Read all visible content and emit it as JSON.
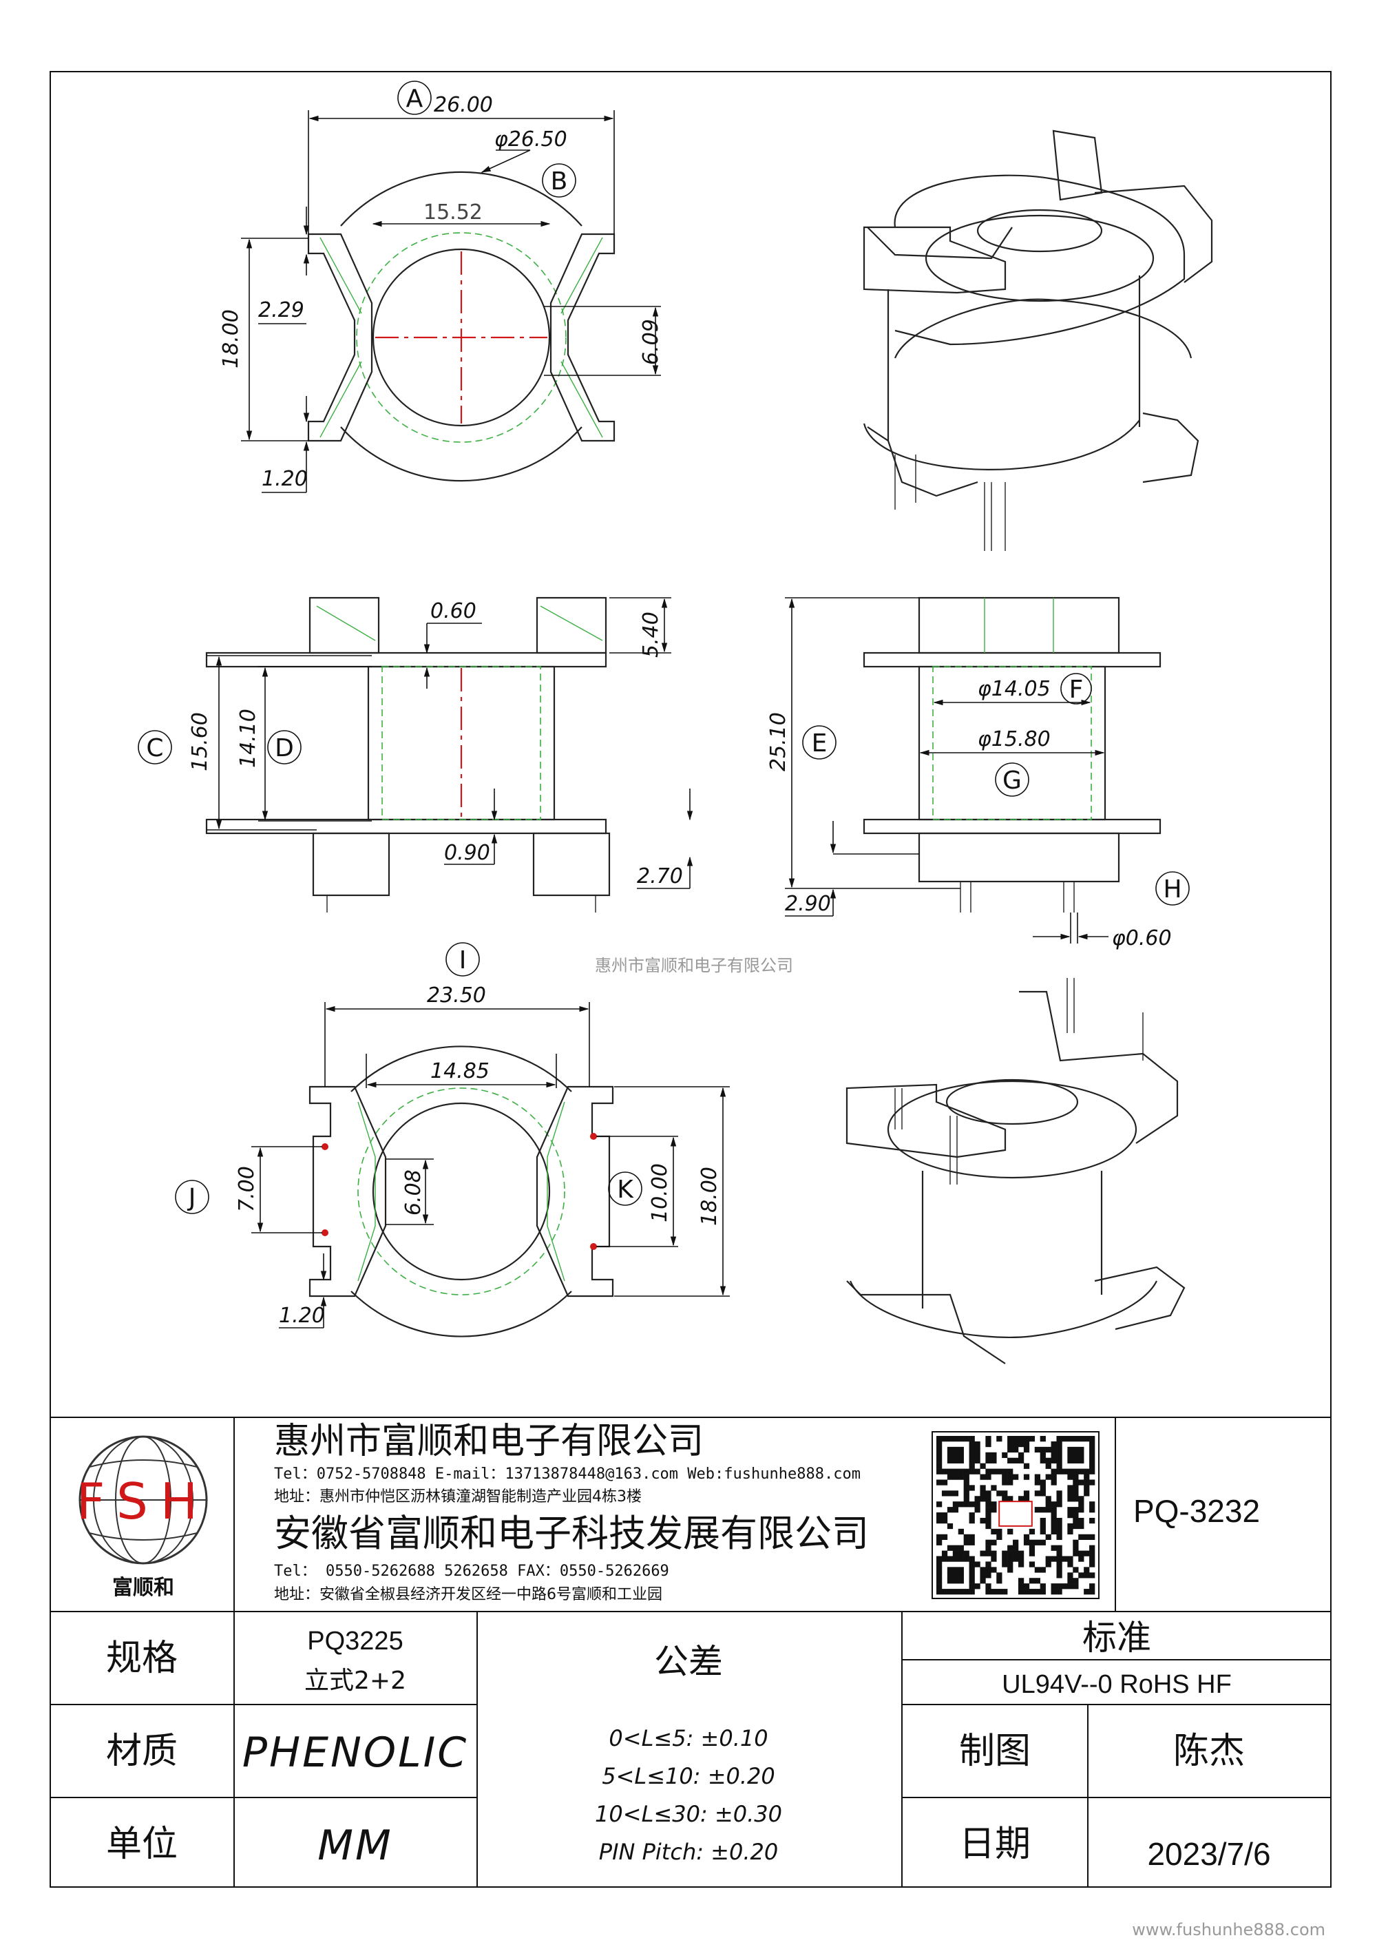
{
  "dimensions": {
    "top_view": {
      "a": "26.00",
      "b": "φ26.50",
      "inner": "15.52",
      "h_left": "18.00",
      "slot": "2.29",
      "gap": "6.09",
      "tab": "1.20"
    },
    "front_view": {
      "c": "15.60",
      "d": "14.10",
      "flange": "0.60",
      "top_h": "5.40",
      "wall": "0.90",
      "pin_len": "2.70"
    },
    "side_view": {
      "e": "25.10",
      "f": "φ14.05",
      "g": "φ15.80",
      "pin_off": "2.90",
      "pin_dia": "φ0.60"
    },
    "bottom_view": {
      "i": "23.50",
      "inner": "14.85",
      "j": "7.00",
      "gap": "6.08",
      "k": "10.00",
      "h": "18.00",
      "tab": "1.20"
    }
  },
  "bubbles": {
    "A": "A",
    "B": "B",
    "C": "C",
    "D": "D",
    "E": "E",
    "F": "F",
    "G": "G",
    "H": "H",
    "I": "I",
    "J": "J",
    "K": "K"
  },
  "watermark_center": "惠州市富顺和电子有限公司",
  "watermark_footer": "www.fushunhe888.com",
  "title_block": {
    "logo_letters": "FSH",
    "logo_caption": "富顺和",
    "company1": "惠州市富顺和电子有限公司",
    "company1_contact": "Tel：0752-5708848  E-mail：13713878448@163.com  Web:fushunhe888.com",
    "company1_address": "地址：惠州市仲恺区沥林镇潼湖智能制造产业园4栋3楼",
    "company2": "安徽省富顺和电子科技发展有限公司",
    "company2_contact": "Tel：  0550-5262688  5262658       FAX：0550-5262669",
    "company2_address": "地址：安徽省全椒县经济开发区经一中路6号富顺和工业园",
    "part_number": "PQ-3232",
    "spec_label": "规格",
    "spec_value1": "PQ3225",
    "spec_value2": "立式2+2",
    "tolerance_label": "公差",
    "standard_label": "标准",
    "standard_value": "UL94V--0  RoHS HF",
    "material_label": "材质",
    "material_value": "PHENOLIC",
    "tol1": "0<L≤5: ±0.10",
    "tol2": "5<L≤10: ±0.20",
    "tol3": "10<L≤30: ±0.30",
    "tol4": "PIN Pitch: ±0.20",
    "drawn_label": "制图",
    "drawn_value": "陈杰",
    "unit_label": "单位",
    "unit_value": "MM",
    "date_label": "日期",
    "date_value": "2023/7/6"
  }
}
